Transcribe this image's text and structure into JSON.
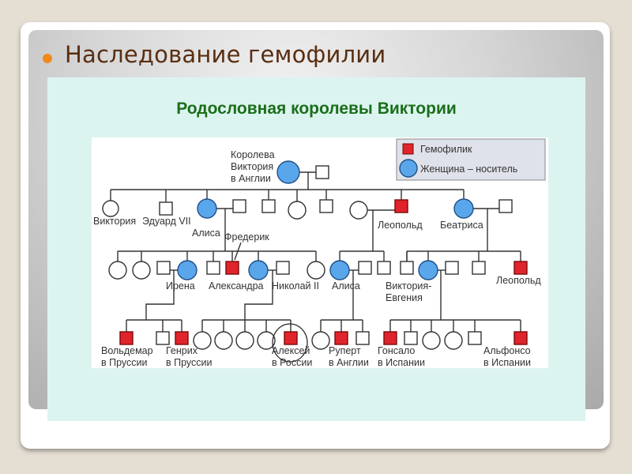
{
  "slide": {
    "title": "Наследование гемофилии",
    "bullet_color": "#f08a1a"
  },
  "diagram": {
    "title": "Родословная королевы Виктории",
    "colors": {
      "hemophiliac": "#e0242b",
      "carrier": "#5aa6ea",
      "line": "#333333"
    },
    "legend": [
      {
        "symbol": "red-square",
        "label": "Гемофилик"
      },
      {
        "symbol": "blue-circle",
        "label": "Женщина – носитель"
      }
    ],
    "people": {
      "queen": {
        "label": [
          "Королева",
          "Виктория",
          "в Англии"
        ],
        "sex": "female",
        "status": "carrier"
      },
      "albert": {
        "label": [],
        "sex": "male",
        "status": "healthy"
      },
      "victoria": {
        "label": [
          "Виктория"
        ],
        "sex": "female",
        "status": "healthy"
      },
      "edward": {
        "label": [
          "Эдуард VII"
        ],
        "sex": "male",
        "status": "healthy"
      },
      "alice": {
        "label": [
          "Алиса"
        ],
        "sex": "female",
        "status": "carrier"
      },
      "alice_spouse": {
        "label": [],
        "sex": "male",
        "status": "healthy"
      },
      "child_m4": {
        "label": [],
        "sex": "male",
        "status": "healthy"
      },
      "child_f5": {
        "label": [],
        "sex": "female",
        "status": "healthy"
      },
      "child_m6": {
        "label": [],
        "sex": "male",
        "status": "healthy"
      },
      "leopold_wife": {
        "label": [],
        "sex": "female",
        "status": "healthy"
      },
      "leopold": {
        "label": [
          "Леопольд"
        ],
        "sex": "male",
        "status": "hemophiliac"
      },
      "beatrice": {
        "label": [
          "Беатриса"
        ],
        "sex": "female",
        "status": "carrier"
      },
      "beatrice_spouse": {
        "label": [],
        "sex": "male",
        "status": "healthy"
      },
      "g_f1": {
        "label": [],
        "sex": "female",
        "status": "healthy"
      },
      "g_f2": {
        "label": [],
        "sex": "female",
        "status": "healthy"
      },
      "irene_spouse": {
        "label": [],
        "sex": "male",
        "status": "healthy"
      },
      "irene": {
        "label": [
          "Ирена"
        ],
        "sex": "female",
        "status": "carrier"
      },
      "g_m3": {
        "label": [],
        "sex": "male",
        "status": "healthy"
      },
      "frederick": {
        "label": [
          "Фредерик"
        ],
        "sex": "male",
        "status": "hemophiliac"
      },
      "alexandra": {
        "label": [
          "Александра"
        ],
        "sex": "female",
        "status": "carrier"
      },
      "nicholas": {
        "label": [
          "Николай II"
        ],
        "sex": "male",
        "status": "healthy"
      },
      "g_f4": {
        "label": [],
        "sex": "female",
        "status": "healthy"
      },
      "alice2": {
        "label": [
          "Алиса"
        ],
        "sex": "female",
        "status": "carrier"
      },
      "alice2_spouse": {
        "label": [],
        "sex": "male",
        "status": "healthy"
      },
      "g_m5": {
        "label": [],
        "sex": "male",
        "status": "healthy"
      },
      "g_m6": {
        "label": [],
        "sex": "male",
        "status": "healthy"
      },
      "vict_eugenia": {
        "label": [
          "Виктория-",
          "Евгения"
        ],
        "sex": "female",
        "status": "carrier"
      },
      "ve_spouse": {
        "label": [],
        "sex": "male",
        "status": "healthy"
      },
      "g_m7": {
        "label": [],
        "sex": "male",
        "status": "healthy"
      },
      "leopold2": {
        "label": [
          "Леопольд"
        ],
        "sex": "male",
        "status": "hemophiliac"
      },
      "waldemar": {
        "label": [
          "Вольдемар",
          "в Пруссии"
        ],
        "sex": "male",
        "status": "hemophiliac"
      },
      "gg_m2": {
        "label": [],
        "sex": "male",
        "status": "healthy"
      },
      "heinrich": {
        "label": [
          "Генрих",
          "в Пруссии"
        ],
        "sex": "male",
        "status": "hemophiliac"
      },
      "gg_f1": {
        "label": [],
        "sex": "female",
        "status": "healthy"
      },
      "gg_f2": {
        "label": [],
        "sex": "female",
        "status": "healthy"
      },
      "gg_f3": {
        "label": [],
        "sex": "female",
        "status": "healthy"
      },
      "gg_f4": {
        "label": [],
        "sex": "female",
        "status": "healthy"
      },
      "alexei": {
        "label": [
          "Алексей",
          "в России"
        ],
        "sex": "male",
        "status": "hemophiliac",
        "circled": true
      },
      "gg_f5": {
        "label": [],
        "sex": "female",
        "status": "healthy"
      },
      "rupert": {
        "label": [
          "Руперт",
          "в Англии"
        ],
        "sex": "male",
        "status": "hemophiliac"
      },
      "gg_m6": {
        "label": [],
        "sex": "male",
        "status": "healthy"
      },
      "gonzalo": {
        "label": [
          "Гонсало",
          "в Испании"
        ],
        "sex": "male",
        "status": "hemophiliac"
      },
      "gg_m7": {
        "label": [],
        "sex": "male",
        "status": "healthy"
      },
      "gg_f8": {
        "label": [],
        "sex": "female",
        "status": "healthy"
      },
      "gg_f9": {
        "label": [],
        "sex": "female",
        "status": "healthy"
      },
      "gg_m10": {
        "label": [],
        "sex": "male",
        "status": "healthy"
      },
      "alfonso": {
        "label": [
          "Альфонсо",
          "в Испании"
        ],
        "sex": "male",
        "status": "hemophiliac"
      }
    }
  }
}
